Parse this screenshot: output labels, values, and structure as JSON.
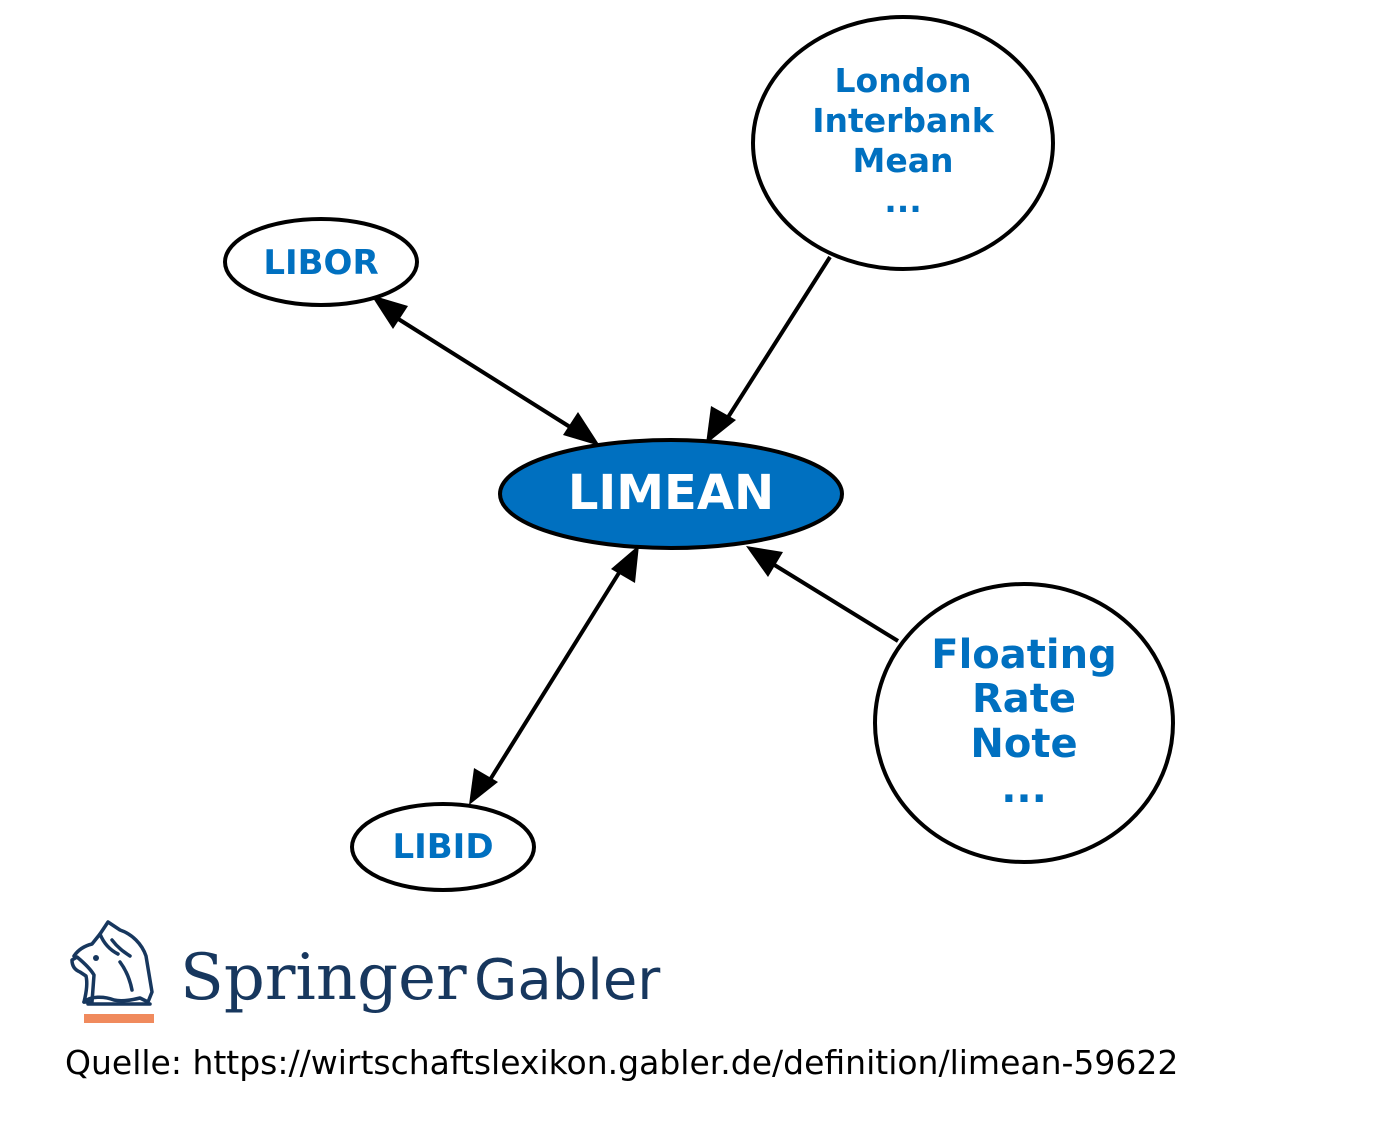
{
  "diagram": {
    "center": {
      "label": "LIMEAN",
      "fill": "#0070c0"
    },
    "nodes": [
      {
        "id": "libor",
        "lines": [
          "LIBOR"
        ]
      },
      {
        "id": "london",
        "lines": [
          "London",
          "Interbank",
          "Mean",
          "..."
        ]
      },
      {
        "id": "libid",
        "lines": [
          "LIBID"
        ]
      },
      {
        "id": "frn",
        "lines": [
          "Floating",
          "Rate",
          "Note",
          "..."
        ]
      }
    ],
    "edges": [
      {
        "from": "libor",
        "to": "center",
        "direction": "both"
      },
      {
        "from": "london",
        "to": "center",
        "direction": "to-center"
      },
      {
        "from": "libid",
        "to": "center",
        "direction": "both"
      },
      {
        "from": "frn",
        "to": "center",
        "direction": "to-center"
      }
    ],
    "text_color": "#0070c0"
  },
  "branding": {
    "springer": "Springer",
    "gabler": "Gabler",
    "logo_icon": "knight-horse-icon",
    "accent": "#f08a5d",
    "brand_color": "#17375e"
  },
  "source": {
    "text": "Quelle: https://wirtschaftslexikon.gabler.de/definition/limean-59622"
  }
}
